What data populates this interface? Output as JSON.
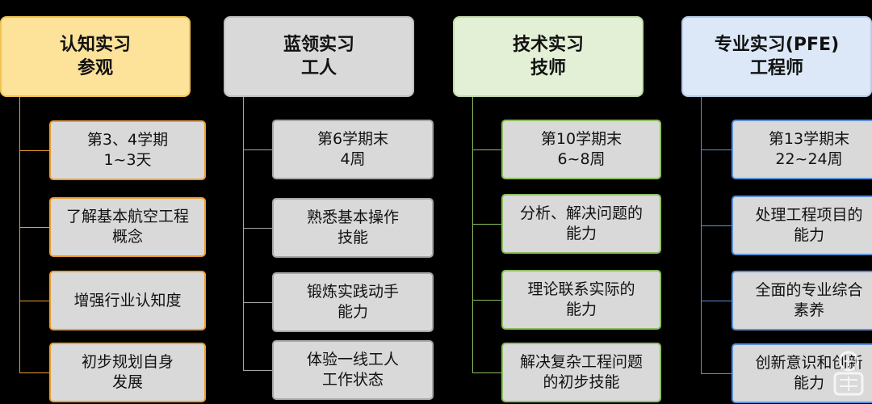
{
  "columns": [
    {
      "title_lines": [
        "认知实习",
        "参观"
      ],
      "items": [
        {
          "lines": [
            "第3、4学期",
            "1~3天"
          ]
        },
        {
          "lines": [
            "了解基本航空工程",
            "概念"
          ]
        },
        {
          "lines": [
            "增强行业认知度"
          ]
        },
        {
          "lines": [
            "初步规划自身",
            "发展"
          ]
        }
      ]
    },
    {
      "title_lines": [
        "蓝领实习",
        "工人"
      ],
      "items": [
        {
          "lines": [
            "第6学期末",
            "4周"
          ]
        },
        {
          "lines": [
            "熟悉基本操作",
            "技能"
          ]
        },
        {
          "lines": [
            "锻炼实践动手",
            "能力"
          ]
        },
        {
          "lines": [
            "体验一线工人",
            "工作状态"
          ]
        }
      ]
    },
    {
      "title_lines": [
        "技术实习",
        "技师"
      ],
      "items": [
        {
          "lines": [
            "第10学期末",
            "6~8周"
          ]
        },
        {
          "lines": [
            "分析、解决问题的",
            "能力"
          ]
        },
        {
          "lines": [
            "理论联系实际的",
            "能力"
          ]
        },
        {
          "lines": [
            "解决复杂工程问题",
            "的初步技能"
          ]
        }
      ]
    },
    {
      "title_lines": [
        "专业实习(PFE)",
        "工程师"
      ],
      "items": [
        {
          "lines": [
            "第13学期末",
            "22~24周"
          ]
        },
        {
          "lines": [
            "处理工程项目的",
            "能力"
          ]
        },
        {
          "lines": [
            "全面的专业综合",
            "素养"
          ]
        },
        {
          "lines": [
            "创新意识和创新",
            "能力"
          ]
        }
      ]
    }
  ],
  "watermark_icon": "seal-icon",
  "colors": {
    "background": "#000000",
    "col1_header": "#fde29a",
    "col1_accent": "#ed9c2e",
    "col2_header": "#d9d9d9",
    "col2_accent": "#a6a6a6",
    "col3_header": "#e3f0d6",
    "col3_accent": "#8dbf60",
    "col4_header": "#dce8f7",
    "col4_accent": "#5b8fd6",
    "item_fill": "#d9d9d9"
  }
}
